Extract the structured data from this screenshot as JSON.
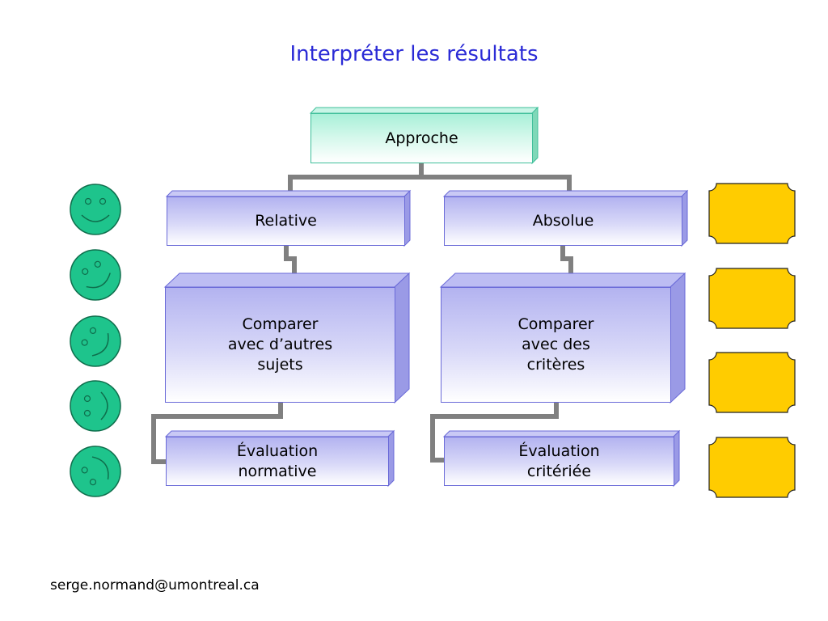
{
  "slide": {
    "title": "Interpréter les résultats",
    "footer": "serge.normand@umontreal.ca"
  },
  "diagram": {
    "root": "Approche",
    "left_branch": {
      "label": "Relative",
      "detail": "Comparer\navec d’autres\nsujets",
      "result": "Évaluation\nnormative"
    },
    "right_branch": {
      "label": "Absolue",
      "detail": "Comparer\navec des\ncritères",
      "result": "Évaluation\ncritériée"
    }
  },
  "colors": {
    "title": "#2b2bd6",
    "box_blue": "#b3b3f0",
    "box_green": "#a8f0d8",
    "connector": "#808080",
    "smiley": "#1ec48c",
    "badge": "#ffcc00"
  },
  "icons": {
    "smileys": [
      "smiley-face-icon",
      "smiley-face-icon",
      "smiley-face-icon",
      "smiley-face-icon",
      "smiley-face-icon"
    ],
    "badges": [
      "yellow-badge-icon",
      "yellow-badge-icon",
      "yellow-badge-icon",
      "yellow-badge-icon"
    ]
  }
}
